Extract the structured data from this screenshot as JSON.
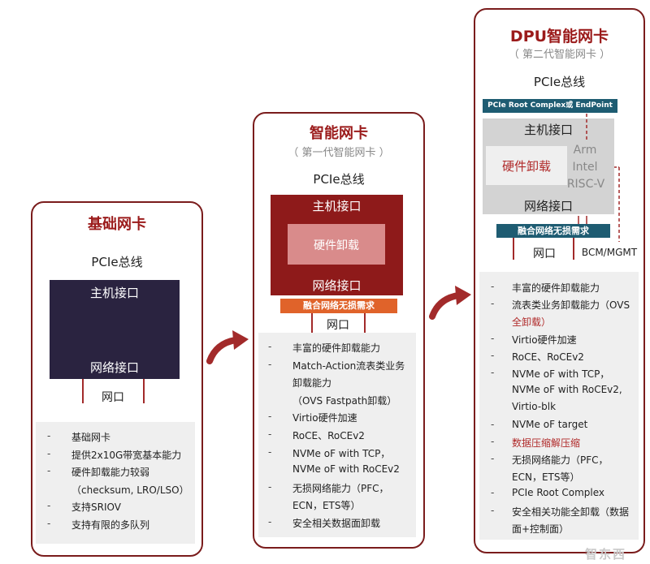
{
  "basic_nic": {
    "title": "基础网卡",
    "bus": "PCIe总线",
    "host_if": "主机接口",
    "net_if": "网络接口",
    "port": "网口",
    "features": [
      "基础网卡",
      "提供2x10G带宽基本能力",
      "硬件卸载能力较弱",
      "（checksum, LRO/LSO）",
      "支持SRIOV",
      "支持有限的多队列"
    ]
  },
  "smart_nic": {
    "title": "智能网卡",
    "subtitle": "（ 第一代智能网卡 ）",
    "bus": "PCIe总线",
    "host_if": "主机接口",
    "offload": "硬件卸载",
    "net_if": "网络接口",
    "fusion_bar": "融合网络无损需求",
    "port": "网口",
    "features": [
      "丰富的硬件卸载能力",
      "Match-Action流表类业务",
      "卸载能力",
      "（OVS Fastpath卸载）",
      "Virtio硬件加速",
      "RoCE、RoCEv2",
      "NVMe oF with TCP，",
      "NVMe oF with RoCEv2",
      "无损网络能力（PFC，",
      "ECN，ETS等）",
      "安全相关数据面卸载"
    ]
  },
  "dpu_nic": {
    "title": "DPU智能网卡",
    "subtitle": "（ 第二代智能网卡 ）",
    "bus": "PCIe总线",
    "pcie_bar": "PCIe Root Complex或 EndPoint",
    "host_if": "主机接口",
    "offload": "硬件卸载",
    "cpu_arm": "Arm",
    "cpu_intel": "Intel",
    "cpu_riscv": "RISC-V",
    "net_if": "网络接口",
    "fusion_bar": "融合网络无损需求",
    "port": "网口",
    "mgmt": "BCM/MGMT",
    "features": [
      "丰富的硬件卸载能力",
      "流表类业务卸载能力（OVS",
      "全卸载）",
      "Virtio硬件加速",
      "RoCE、RoCEv2",
      "NVMe oF with TCP，",
      "NVMe oF with RoCEv2,",
      "Virtio-blk",
      "NVMe oF target",
      "数据压缩解压缩",
      "无损网络能力（PFC，",
      "ECN，ETS等）",
      "PCIe Root Complex",
      "安全相关功能全卸载（数据",
      "面+控制面）"
    ]
  },
  "watermark": "智东西",
  "colors": {
    "accent": "#9b1b1b",
    "dark_box": "#2a2340",
    "smart_box": "#8e1a1a",
    "teal_bar": "#1e5c72",
    "orange_bar": "#e0632a",
    "gray_box": "#d3d3d3"
  }
}
